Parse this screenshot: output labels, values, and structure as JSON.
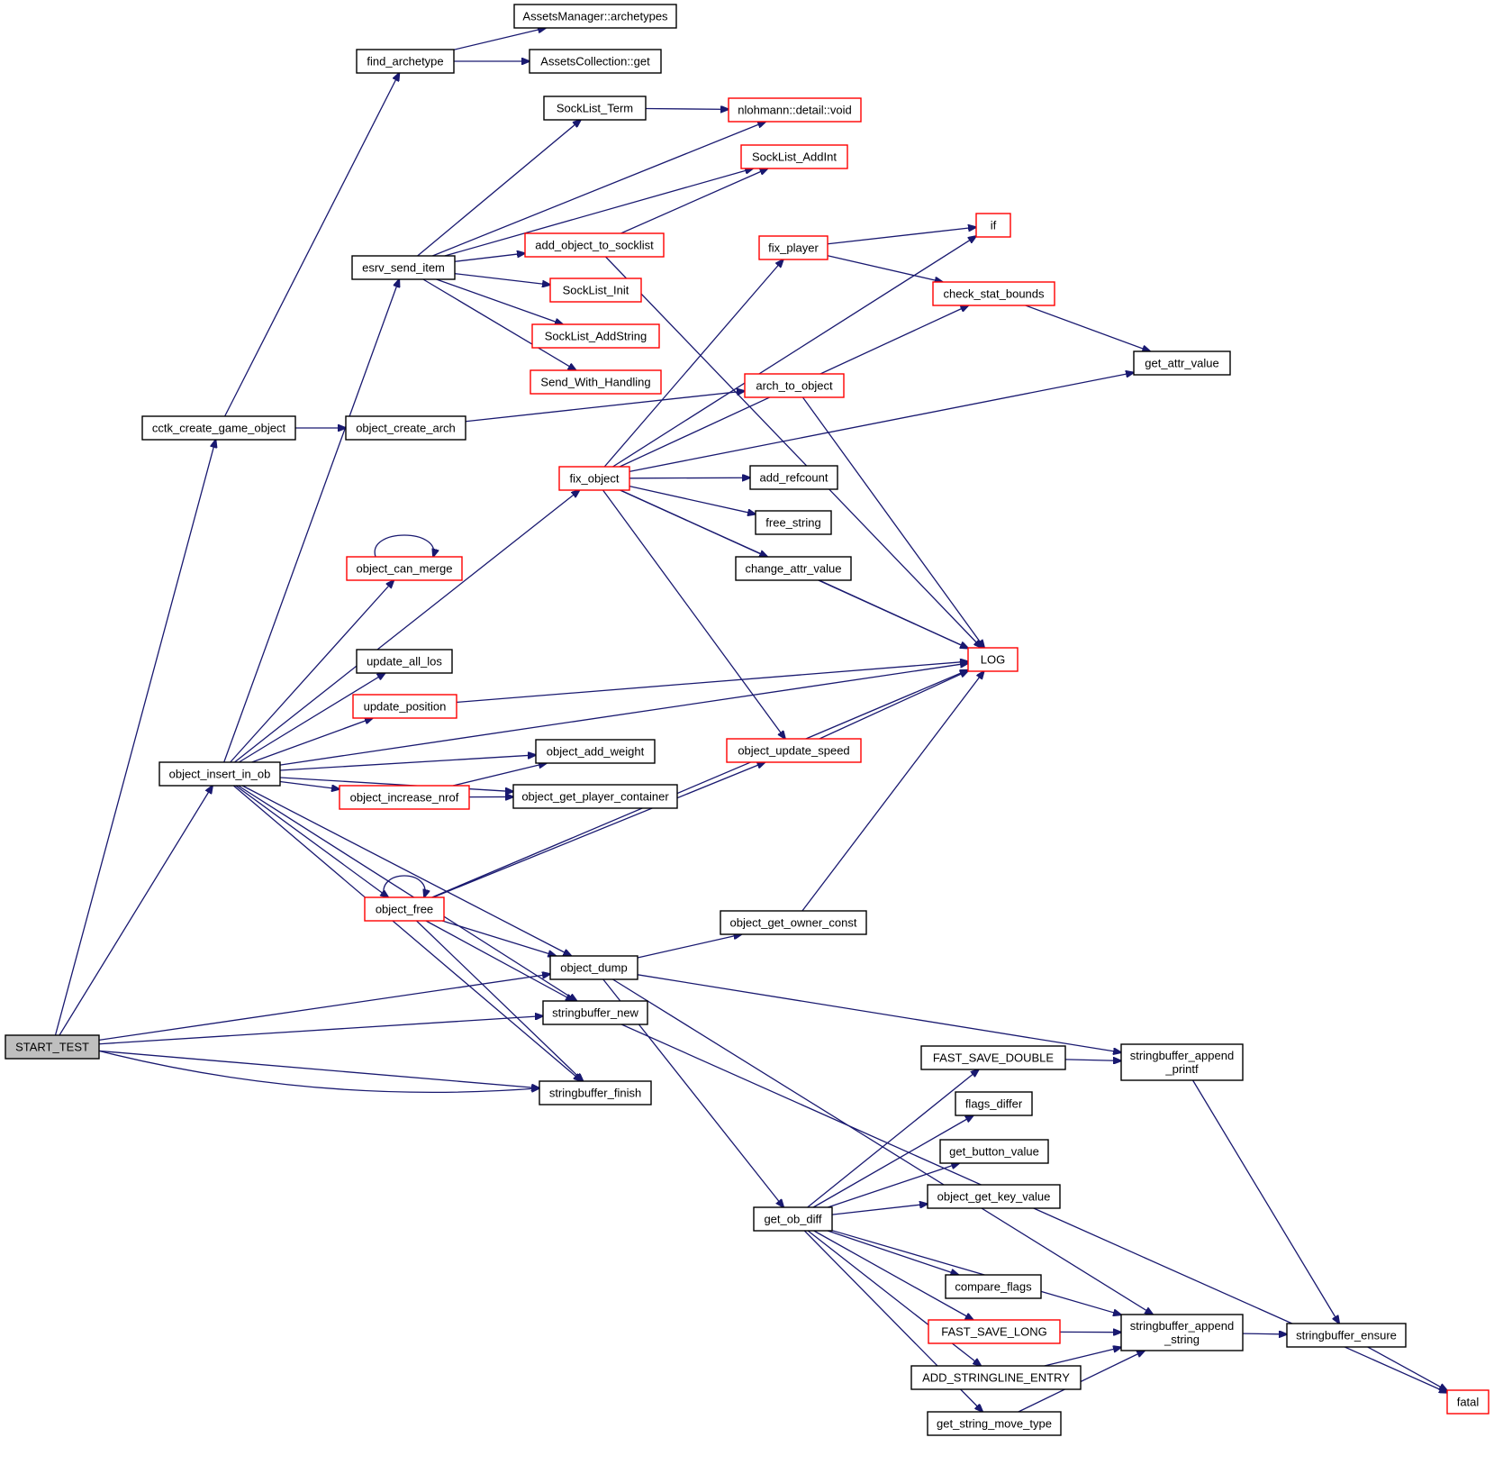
{
  "graph": {
    "nodes": [
      {
        "id": "start_test",
        "lines": [
          "START_TEST"
        ],
        "style": "root"
      },
      {
        "id": "cctk_create_game_object",
        "lines": [
          "cctk_create_game_object"
        ],
        "style": "black"
      },
      {
        "id": "find_archetype",
        "lines": [
          "find_archetype"
        ],
        "style": "black"
      },
      {
        "id": "assetsmanager_archetypes",
        "lines": [
          "AssetsManager::archetypes"
        ],
        "style": "black"
      },
      {
        "id": "assetscollection_get",
        "lines": [
          "AssetsCollection::get"
        ],
        "style": "black"
      },
      {
        "id": "object_create_arch",
        "lines": [
          "object_create_arch"
        ],
        "style": "black"
      },
      {
        "id": "arch_to_object",
        "lines": [
          "arch_to_object"
        ],
        "style": "red"
      },
      {
        "id": "log",
        "lines": [
          "LOG"
        ],
        "style": "red"
      },
      {
        "id": "fix_object",
        "lines": [
          "fix_object"
        ],
        "style": "red"
      },
      {
        "id": "add_refcount",
        "lines": [
          "add_refcount"
        ],
        "style": "black"
      },
      {
        "id": "change_attr_value",
        "lines": [
          "change_attr_value"
        ],
        "style": "black"
      },
      {
        "id": "check_stat_bounds",
        "lines": [
          "check_stat_bounds"
        ],
        "style": "red"
      },
      {
        "id": "get_attr_value",
        "lines": [
          "get_attr_value"
        ],
        "style": "black"
      },
      {
        "id": "fix_player",
        "lines": [
          "fix_player"
        ],
        "style": "red"
      },
      {
        "id": "if",
        "lines": [
          "if"
        ],
        "style": "red"
      },
      {
        "id": "free_string",
        "lines": [
          "free_string"
        ],
        "style": "black"
      },
      {
        "id": "object_update_speed",
        "lines": [
          "object_update_speed"
        ],
        "style": "red"
      },
      {
        "id": "object_dump",
        "lines": [
          "object_dump"
        ],
        "style": "black"
      },
      {
        "id": "get_ob_diff",
        "lines": [
          "get_ob_diff"
        ],
        "style": "black"
      },
      {
        "id": "add_stringline_entry",
        "lines": [
          "ADD_STRINGLINE_ENTRY"
        ],
        "style": "black"
      },
      {
        "id": "stringbuffer_append_string",
        "lines": [
          "stringbuffer_append",
          "_string"
        ],
        "style": "black"
      },
      {
        "id": "compare_flags",
        "lines": [
          "compare_flags"
        ],
        "style": "black"
      },
      {
        "id": "fast_save_double",
        "lines": [
          "FAST_SAVE_DOUBLE"
        ],
        "style": "black"
      },
      {
        "id": "stringbuffer_append_printf",
        "lines": [
          "stringbuffer_append",
          "_printf"
        ],
        "style": "black"
      },
      {
        "id": "fast_save_long",
        "lines": [
          "FAST_SAVE_LONG"
        ],
        "style": "red"
      },
      {
        "id": "flags_differ",
        "lines": [
          "flags_differ"
        ],
        "style": "black"
      },
      {
        "id": "get_button_value",
        "lines": [
          "get_button_value"
        ],
        "style": "black"
      },
      {
        "id": "object_get_key_value",
        "lines": [
          "object_get_key_value"
        ],
        "style": "black"
      },
      {
        "id": "get_string_move_type",
        "lines": [
          "get_string_move_type"
        ],
        "style": "black"
      },
      {
        "id": "stringbuffer_ensure",
        "lines": [
          "stringbuffer_ensure"
        ],
        "style": "black"
      },
      {
        "id": "fatal",
        "lines": [
          "fatal"
        ],
        "style": "red"
      },
      {
        "id": "object_get_owner_const",
        "lines": [
          "object_get_owner_const"
        ],
        "style": "black"
      },
      {
        "id": "object_insert_in_ob",
        "lines": [
          "object_insert_in_ob"
        ],
        "style": "black"
      },
      {
        "id": "esrv_send_item",
        "lines": [
          "esrv_send_item"
        ],
        "style": "black"
      },
      {
        "id": "add_object_to_socklist",
        "lines": [
          "add_object_to_socklist"
        ],
        "style": "red"
      },
      {
        "id": "socklist_addint",
        "lines": [
          "SockList_AddInt"
        ],
        "style": "red"
      },
      {
        "id": "socklist_addstring",
        "lines": [
          "SockList_AddString"
        ],
        "style": "red"
      },
      {
        "id": "socklist_init",
        "lines": [
          "SockList_Init"
        ],
        "style": "red"
      },
      {
        "id": "socklist_term",
        "lines": [
          "SockList_Term"
        ],
        "style": "black"
      },
      {
        "id": "nlohmann_detail_void",
        "lines": [
          "nlohmann::detail::void"
        ],
        "style": "red"
      },
      {
        "id": "send_with_handling",
        "lines": [
          "Send_With_Handling"
        ],
        "style": "red"
      },
      {
        "id": "object_add_weight",
        "lines": [
          "object_add_weight"
        ],
        "style": "black"
      },
      {
        "id": "object_can_merge",
        "lines": [
          "object_can_merge"
        ],
        "style": "red"
      },
      {
        "id": "object_free",
        "lines": [
          "object_free"
        ],
        "style": "red"
      },
      {
        "id": "stringbuffer_finish",
        "lines": [
          "stringbuffer_finish"
        ],
        "style": "black"
      },
      {
        "id": "stringbuffer_new",
        "lines": [
          "stringbuffer_new"
        ],
        "style": "black"
      },
      {
        "id": "object_get_player_container",
        "lines": [
          "object_get_player_container"
        ],
        "style": "black"
      },
      {
        "id": "object_increase_nrof",
        "lines": [
          "object_increase_nrof"
        ],
        "style": "red"
      },
      {
        "id": "update_all_los",
        "lines": [
          "update_all_los"
        ],
        "style": "black"
      },
      {
        "id": "update_position",
        "lines": [
          "update_position"
        ],
        "style": "red"
      }
    ],
    "edges": [
      [
        "start_test",
        "cctk_create_game_object"
      ],
      [
        "start_test",
        "object_insert_in_ob"
      ],
      [
        "start_test",
        "object_dump"
      ],
      [
        "start_test",
        "stringbuffer_new"
      ],
      [
        "start_test",
        "stringbuffer_finish"
      ],
      [
        "start_test",
        "stringbuffer_finish"
      ],
      [
        "cctk_create_game_object",
        "find_archetype"
      ],
      [
        "cctk_create_game_object",
        "object_create_arch"
      ],
      [
        "find_archetype",
        "assetsmanager_archetypes"
      ],
      [
        "find_archetype",
        "assetscollection_get"
      ],
      [
        "object_create_arch",
        "arch_to_object"
      ],
      [
        "arch_to_object",
        "log"
      ],
      [
        "fix_object",
        "add_refcount"
      ],
      [
        "fix_object",
        "change_attr_value"
      ],
      [
        "fix_object",
        "check_stat_bounds"
      ],
      [
        "fix_object",
        "get_attr_value"
      ],
      [
        "fix_object",
        "fix_player"
      ],
      [
        "fix_object",
        "if"
      ],
      [
        "fix_object",
        "free_string"
      ],
      [
        "fix_object",
        "log"
      ],
      [
        "fix_object",
        "object_update_speed"
      ],
      [
        "change_attr_value",
        "log"
      ],
      [
        "check_stat_bounds",
        "get_attr_value"
      ],
      [
        "fix_player",
        "if"
      ],
      [
        "fix_player",
        "check_stat_bounds"
      ],
      [
        "object_update_speed",
        "log"
      ],
      [
        "object_dump",
        "get_ob_diff"
      ],
      [
        "object_dump",
        "stringbuffer_append_string"
      ],
      [
        "object_dump",
        "stringbuffer_append_printf"
      ],
      [
        "object_dump",
        "object_get_owner_const"
      ],
      [
        "get_ob_diff",
        "fast_save_double"
      ],
      [
        "get_ob_diff",
        "flags_differ"
      ],
      [
        "get_ob_diff",
        "get_button_value"
      ],
      [
        "get_ob_diff",
        "object_get_key_value"
      ],
      [
        "get_ob_diff",
        "stringbuffer_append_string"
      ],
      [
        "get_ob_diff",
        "compare_flags"
      ],
      [
        "get_ob_diff",
        "fast_save_long"
      ],
      [
        "get_ob_diff",
        "add_stringline_entry"
      ],
      [
        "get_ob_diff",
        "get_string_move_type"
      ],
      [
        "add_stringline_entry",
        "stringbuffer_append_string"
      ],
      [
        "stringbuffer_append_string",
        "stringbuffer_ensure"
      ],
      [
        "fast_save_double",
        "stringbuffer_append_printf"
      ],
      [
        "stringbuffer_append_printf",
        "stringbuffer_ensure"
      ],
      [
        "fast_save_long",
        "stringbuffer_append_string"
      ],
      [
        "get_string_move_type",
        "stringbuffer_append_string"
      ],
      [
        "stringbuffer_ensure",
        "fatal"
      ],
      [
        "object_get_owner_const",
        "log"
      ],
      [
        "object_insert_in_ob",
        "esrv_send_item"
      ],
      [
        "object_insert_in_ob",
        "fix_object"
      ],
      [
        "object_insert_in_ob",
        "log"
      ],
      [
        "object_insert_in_ob",
        "object_add_weight"
      ],
      [
        "object_insert_in_ob",
        "object_can_merge"
      ],
      [
        "object_insert_in_ob",
        "object_dump"
      ],
      [
        "object_insert_in_ob",
        "object_free"
      ],
      [
        "object_insert_in_ob",
        "stringbuffer_finish"
      ],
      [
        "object_insert_in_ob",
        "stringbuffer_new"
      ],
      [
        "object_insert_in_ob",
        "object_get_player_container"
      ],
      [
        "object_insert_in_ob",
        "object_increase_nrof"
      ],
      [
        "object_insert_in_ob",
        "update_all_los"
      ],
      [
        "object_insert_in_ob",
        "update_position"
      ],
      [
        "esrv_send_item",
        "add_object_to_socklist"
      ],
      [
        "esrv_send_item",
        "socklist_addint"
      ],
      [
        "esrv_send_item",
        "socklist_addstring"
      ],
      [
        "esrv_send_item",
        "socklist_init"
      ],
      [
        "esrv_send_item",
        "socklist_term"
      ],
      [
        "esrv_send_item",
        "nlohmann_detail_void"
      ],
      [
        "esrv_send_item",
        "send_with_handling"
      ],
      [
        "add_object_to_socklist",
        "log"
      ],
      [
        "add_object_to_socklist",
        "socklist_addint"
      ],
      [
        "socklist_term",
        "nlohmann_detail_void"
      ],
      [
        "object_can_merge",
        "object_can_merge"
      ],
      [
        "object_free",
        "log"
      ],
      [
        "object_free",
        "object_dump"
      ],
      [
        "object_free",
        "object_free"
      ],
      [
        "object_free",
        "stringbuffer_finish"
      ],
      [
        "object_free",
        "stringbuffer_new"
      ],
      [
        "object_free",
        "object_update_speed"
      ],
      [
        "stringbuffer_new",
        "fatal"
      ],
      [
        "object_increase_nrof",
        "object_add_weight"
      ],
      [
        "object_increase_nrof",
        "object_get_player_container"
      ],
      [
        "update_position",
        "log"
      ]
    ]
  }
}
